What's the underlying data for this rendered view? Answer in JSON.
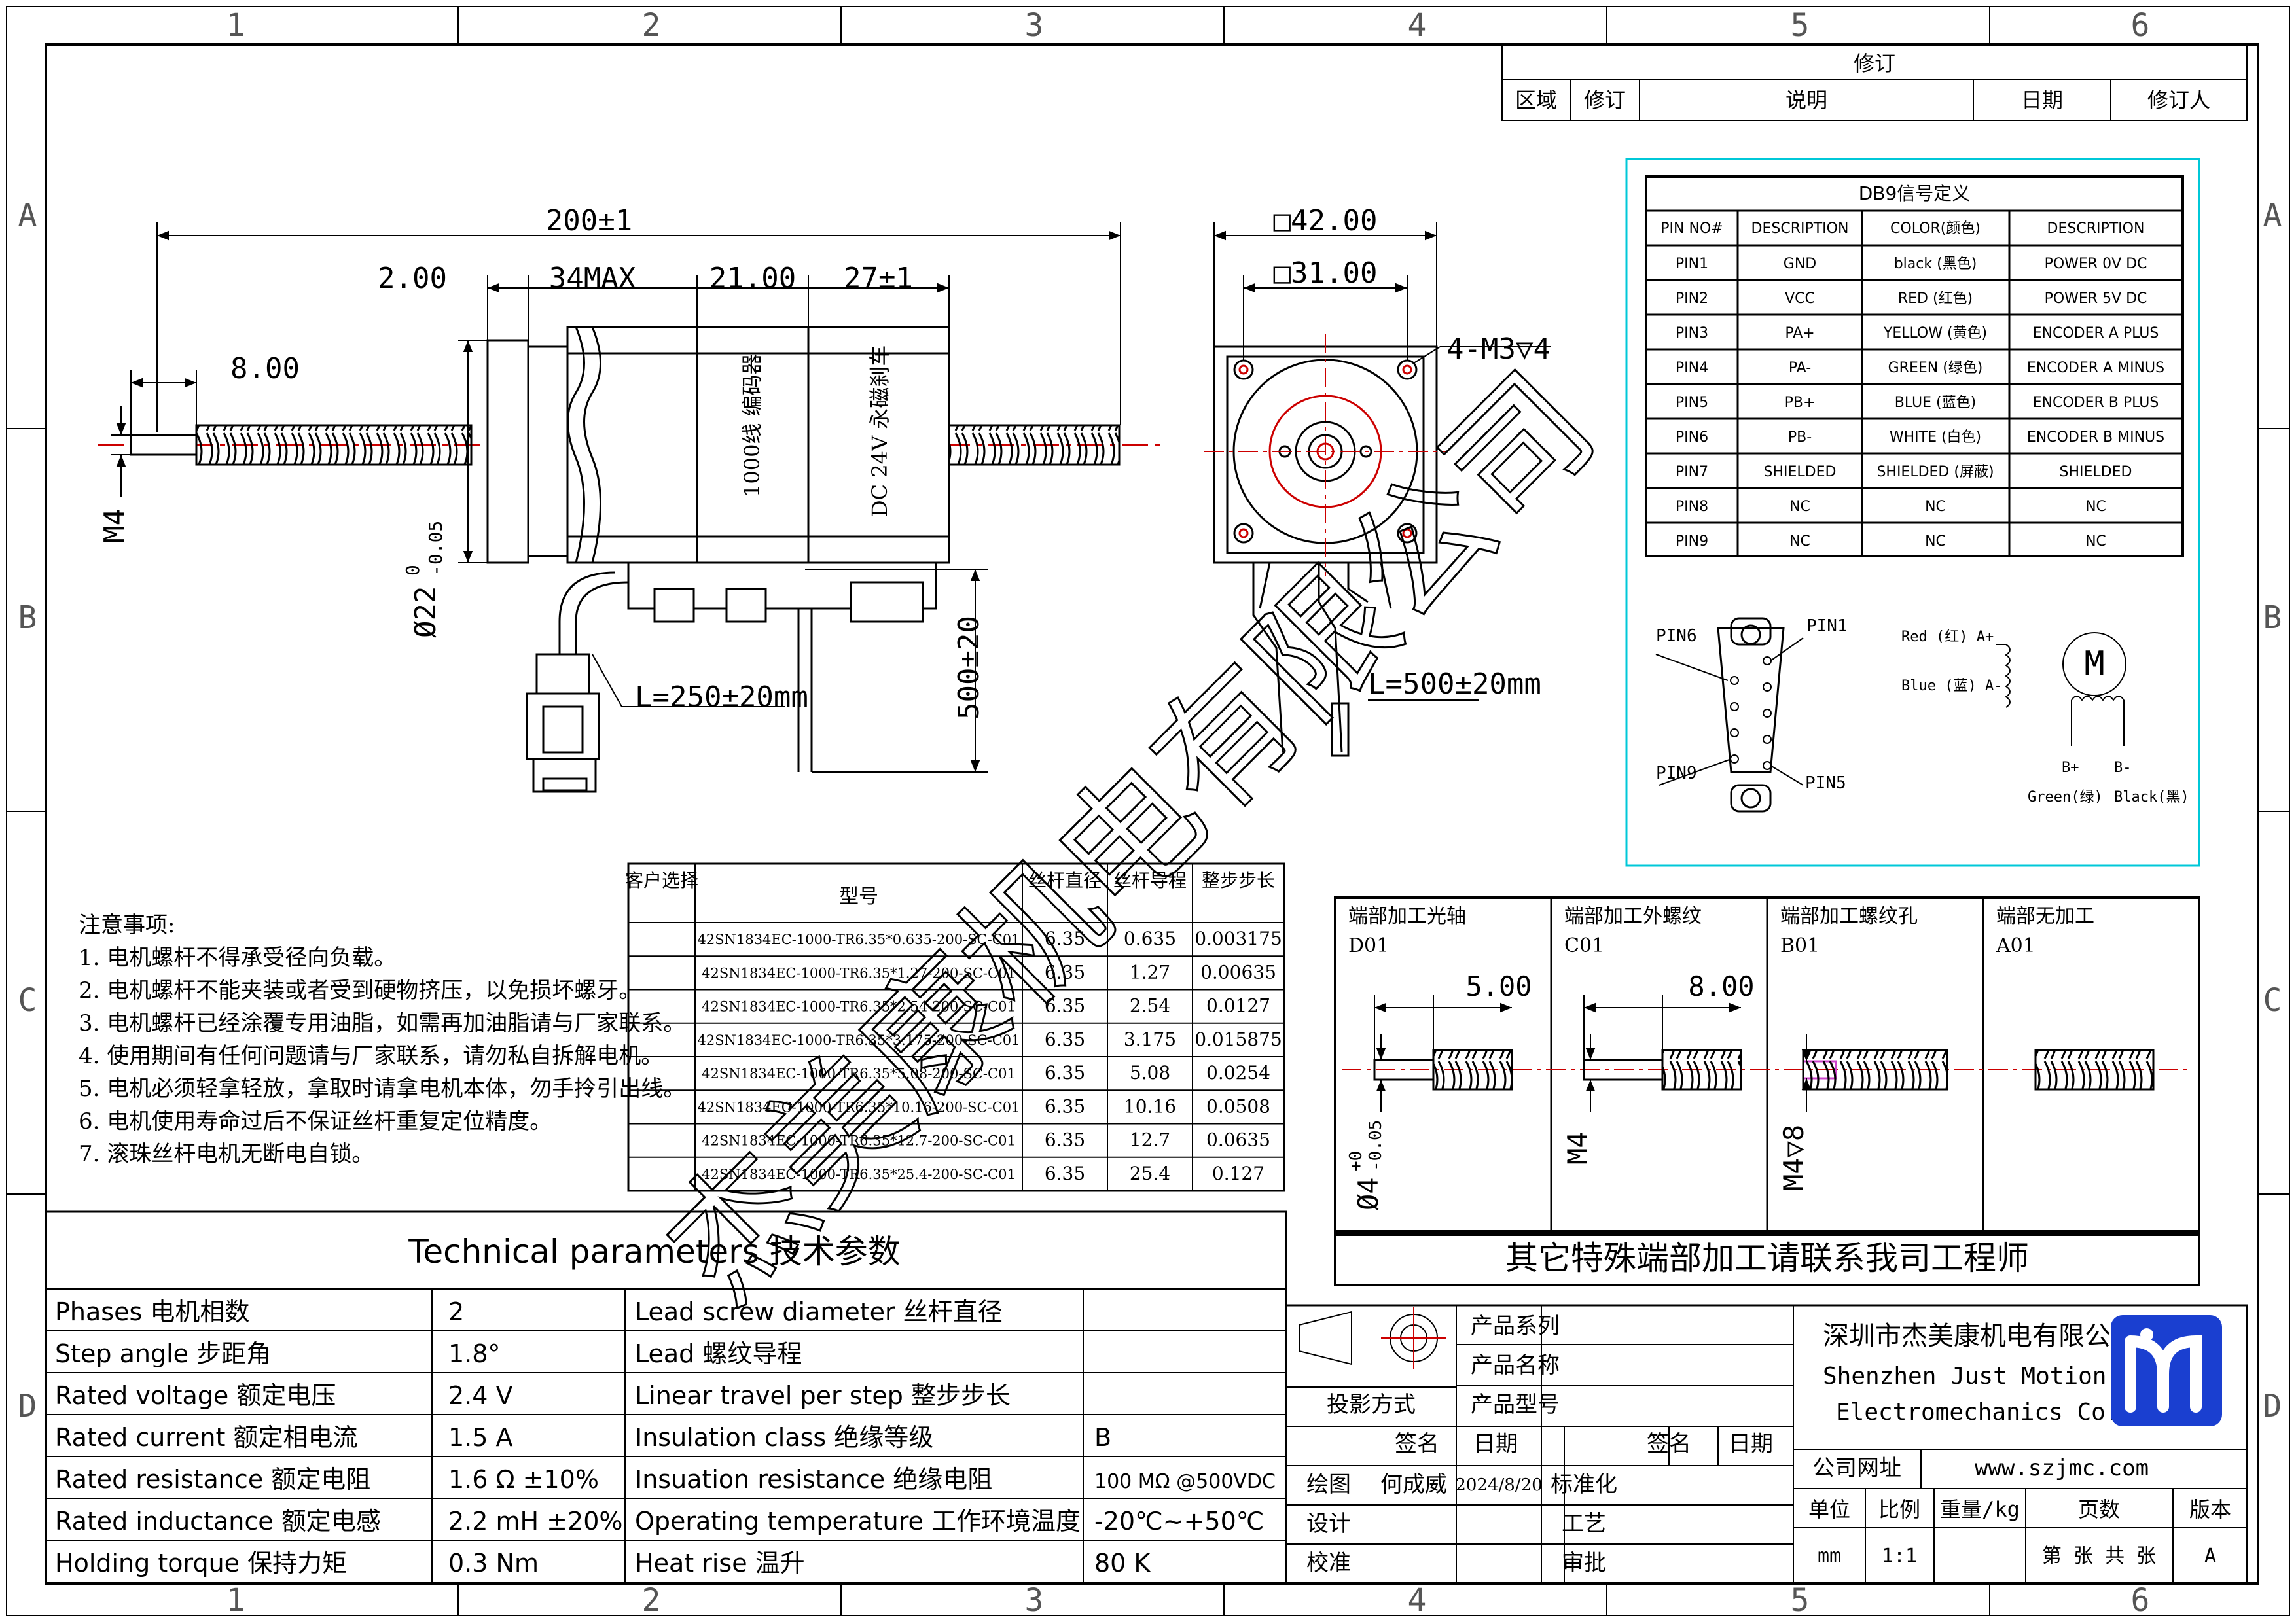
{
  "frame": {
    "columns": [
      "1",
      "2",
      "3",
      "4",
      "5",
      "6"
    ],
    "rows": [
      "A",
      "B",
      "C",
      "D"
    ]
  },
  "revision": {
    "title": "修订",
    "headers": [
      "区域",
      "修订",
      "说明",
      "日期",
      "修订人"
    ]
  },
  "side_view": {
    "overall_length": "200±1",
    "seg_a": "2.00",
    "seg_b": "34MAX",
    "seg_c": "21.00",
    "seg_d": "27±1",
    "shaft_end": "8.00",
    "thread_label": "M4",
    "boss_dia": "Ø22",
    "boss_tol_upper": "0",
    "boss_tol_lower": "-0.05",
    "encoder_text": "1000线 编码器",
    "brake_text": "DC 24V 永磁刹车",
    "cable1": "L=250±20mm",
    "cable_drop": "500±20"
  },
  "front_view": {
    "outer": "□42.00",
    "inner": "□31.00",
    "holes": "4-M3▽4",
    "cable": "L=500±20mm"
  },
  "db9": {
    "title": "DB9信号定义",
    "headers": [
      "PIN NO#",
      "DESCRIPTION",
      "COLOR(颜色)",
      "DESCRIPTION"
    ],
    "rows": [
      [
        "PIN1",
        "GND",
        "black (黑色)",
        "POWER 0V DC"
      ],
      [
        "PIN2",
        "VCC",
        "RED (红色)",
        "POWER 5V DC"
      ],
      [
        "PIN3",
        "PA+",
        "YELLOW (黄色)",
        "ENCODER A PLUS"
      ],
      [
        "PIN4",
        "PA-",
        "GREEN (绿色)",
        "ENCODER A MINUS"
      ],
      [
        "PIN5",
        "PB+",
        "BLUE (蓝色)",
        "ENCODER B PLUS"
      ],
      [
        "PIN6",
        "PB-",
        "WHITE (白色)",
        "ENCODER B MINUS"
      ],
      [
        "PIN7",
        "SHIELDED",
        "SHIELDED (屏蔽)",
        "SHIELDED"
      ],
      [
        "PIN8",
        "NC",
        "NC",
        "NC"
      ],
      [
        "PIN9",
        "NC",
        "NC",
        "NC"
      ]
    ],
    "pin6": "PIN6",
    "pin1": "PIN1",
    "pin9": "PIN9",
    "pin5": "PIN5",
    "red": "Red (红) A+",
    "blue": "Blue (蓝) A-",
    "motor": "M",
    "bplus": "B+",
    "bminus": "B-",
    "green": "Green(绿)",
    "black": "Black(黑)"
  },
  "models": {
    "headers": [
      "客户选择",
      "型号",
      "丝杆直径",
      "丝杆导程",
      "整步步长"
    ],
    "rows": [
      [
        "",
        "42SN1834EC-1000-TR6.35*0.635-200-SC-C01",
        "6.35",
        "0.635",
        "0.003175"
      ],
      [
        "",
        "42SN1834EC-1000-TR6.35*1.27-200-SC-C01",
        "6.35",
        "1.27",
        "0.00635"
      ],
      [
        "",
        "42SN1834EC-1000-TR6.35*2.54-200-SC-C01",
        "6.35",
        "2.54",
        "0.0127"
      ],
      [
        "",
        "42SN1834EC-1000-TR6.35*3.175-200-SC-C01",
        "6.35",
        "3.175",
        "0.015875"
      ],
      [
        "",
        "42SN1834EC-1000-TR6.35*5.08-200-SC-C01",
        "6.35",
        "5.08",
        "0.0254"
      ],
      [
        "",
        "42SN1834EC-1000-TR6.35*10.16-200-SC-C01",
        "6.35",
        "10.16",
        "0.0508"
      ],
      [
        "",
        "42SN1834EC-1000-TR6.35*12.7-200-SC-C01",
        "6.35",
        "12.7",
        "0.0635"
      ],
      [
        "",
        "42SN1834EC-1000-TR6.35*25.4-200-SC-C01",
        "6.35",
        "25.4",
        "0.127"
      ]
    ]
  },
  "notes": {
    "title": "注意事项:",
    "items": [
      "1. 电机螺杆不得承受径向负载。",
      "2. 电机螺杆不能夹装或者受到硬物挤压，以免损坏螺牙。",
      "3. 电机螺杆已经涂覆专用油脂，如需再加油脂请与厂家联系。",
      "4. 使用期间有任何问题请与厂家联系，请勿私自拆解电机。",
      "5. 电机必须轻拿轻放，拿取时请拿电机本体，勿手拎引出线。",
      "6. 电机使用寿命过后不保证丝杆重复定位精度。",
      "7. 滚珠丝杆电机无断电自锁。"
    ]
  },
  "ends": {
    "panels": [
      {
        "title": "端部加工光轴",
        "code": "D01",
        "dim": "5.00",
        "side": "Ø4",
        "tol_upper": "+0",
        "tol_lower": "-0.05"
      },
      {
        "title": "端部加工外螺纹",
        "code": "C01",
        "dim": "8.00",
        "side": "M4"
      },
      {
        "title": "端部加工螺纹孔",
        "code": "B01",
        "side": "M4▽8"
      },
      {
        "title": "端部无加工",
        "code": "A01"
      }
    ],
    "footer": "其它特殊端部加工请联系我司工程师"
  },
  "tech": {
    "title": "Technical parameters 技术参数",
    "left": [
      [
        "Phases 电机相数",
        "2"
      ],
      [
        "Step angle 步距角",
        "1.8°"
      ],
      [
        "Rated voltage 额定电压",
        "2.4 V"
      ],
      [
        "Rated current 额定相电流",
        "1.5 A"
      ],
      [
        "Rated resistance 额定电阻",
        "1.6 Ω ±10%"
      ],
      [
        "Rated inductance 额定电感",
        "2.2 mH ±20%"
      ],
      [
        "Holding torque 保持力矩",
        "0.3 Nm"
      ]
    ],
    "right": [
      [
        "Lead screw diameter 丝杆直径",
        ""
      ],
      [
        "Lead 螺纹导程",
        ""
      ],
      [
        "Linear travel per step 整步步长",
        ""
      ],
      [
        "Insulation class 绝缘等级",
        "B"
      ],
      [
        "Insuation resistance 绝缘电阻",
        "100 MΩ @500VDC"
      ],
      [
        "Operating temperature 工作环境温度",
        "-20℃~+50℃"
      ],
      [
        "Heat rise 温升",
        "80 K"
      ]
    ]
  },
  "title_block": {
    "series": "产品系列",
    "name": "产品名称",
    "model": "产品型号",
    "projection": "投影方式",
    "sign": "签名",
    "date": "日期",
    "sign2": "签名",
    "date2": "日期",
    "draw": "绘图",
    "drawer": "何成威",
    "draw_date": "2024/8/20",
    "standard": "标准化",
    "design": "设计",
    "process": "工艺",
    "check": "校准",
    "approve": "审批",
    "company_cn": "深圳市杰美康机电有限公司",
    "company_en1": "Shenzhen Just Motion Control",
    "company_en2": "Electromechanics Co.,LTD",
    "web_label": "公司网址",
    "web": "www.szjmc.com",
    "unit": "单位",
    "scale": "比例",
    "weight": "重量/kg",
    "pages": "页数",
    "version": "版本",
    "unit_val": "mm",
    "scale_val": "1:1",
    "pages_val": "第 张 共 张",
    "version_val": "A"
  },
  "watermark": "杰美康机电有限公司",
  "colors": {
    "line": "#000000",
    "center": "#cc0000",
    "cyan": "#00c8d8",
    "brand": "#1a3fd0"
  }
}
